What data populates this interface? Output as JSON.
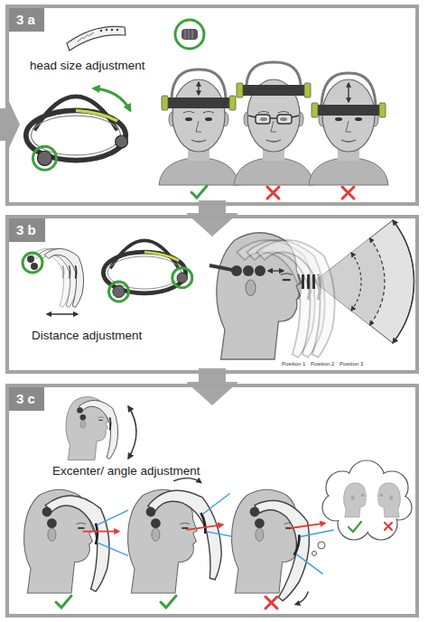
{
  "diagram": {
    "nodes": [
      {
        "text": [
          "3 a",
          "head size adjustment"
        ]
      },
      {
        "text": [
          "3 b",
          "Distance adjustment"
        ]
      },
      {
        "text": [
          "3 c",
          "Excenter/ angle adjustment"
        ]
      }
    ],
    "edges": [
      {
        "from": 0,
        "to": 1,
        "arrow": "to"
      },
      {
        "from": 1,
        "to": 2,
        "arrow": "to"
      }
    ],
    "labels": [
      "Position 1",
      "Position 2",
      "Position 3"
    ]
  }
}
